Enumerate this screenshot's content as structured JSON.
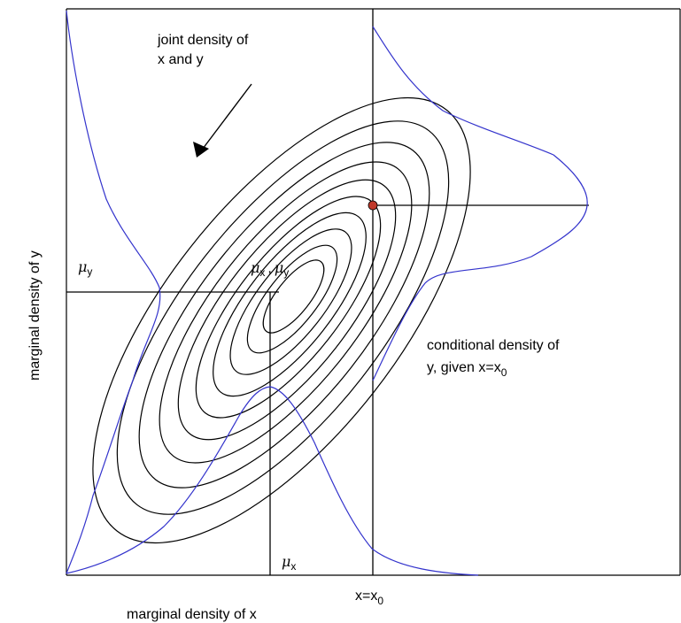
{
  "labels": {
    "joint_line1": "joint density of",
    "joint_line2": "x and y",
    "marginal_y": "marginal density of y",
    "marginal_x": "marginal density of x",
    "conditional_line1": "conditional density of",
    "conditional_line2_prefix": "y, given x=x",
    "conditional_line2_sub": "0",
    "x0_prefix": "x=x",
    "x0_sub": "0",
    "mu": "μ",
    "mu_x_sub": "x",
    "mu_y_sub": "y",
    "mean_separator": ","
  },
  "colors": {
    "axes": "#000000",
    "contours": "#000000",
    "density_curves": "#3333cc",
    "point": "#c0392b"
  }
}
